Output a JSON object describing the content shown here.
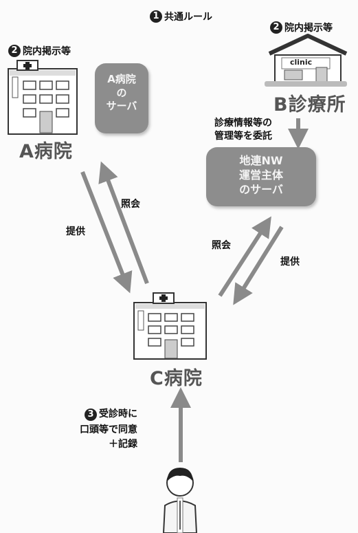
{
  "common_rule": {
    "number": "1",
    "text": "共通ルール"
  },
  "hospital_a": {
    "notice": {
      "number": "2",
      "text": "院内掲示等"
    },
    "name": "A病院",
    "server": {
      "line1": "A病院",
      "line2": "の",
      "line3": "サーバ"
    }
  },
  "clinic_b": {
    "notice": {
      "number": "2",
      "text": "院内掲示等"
    },
    "sign": "clinic",
    "name": "B診療所",
    "delegate": {
      "line1": "診療情報等の",
      "line2": "管理等を委託"
    }
  },
  "regional_server": {
    "line1": "地連NW",
    "line2": "運営主体",
    "line3": "のサーバ"
  },
  "flows": {
    "a_provide": "提供",
    "a_query": "照会",
    "b_query": "照会",
    "b_provide": "提供"
  },
  "hospital_c": {
    "name": "C病院"
  },
  "consent": {
    "number": "3",
    "line1": "受診時に",
    "line2": "口頭等で同意",
    "line3": "＋記録"
  },
  "colors": {
    "arrow": "#8a8a8a",
    "server": "#8d8d8d",
    "building": "#ffffff",
    "outline": "#333333"
  }
}
